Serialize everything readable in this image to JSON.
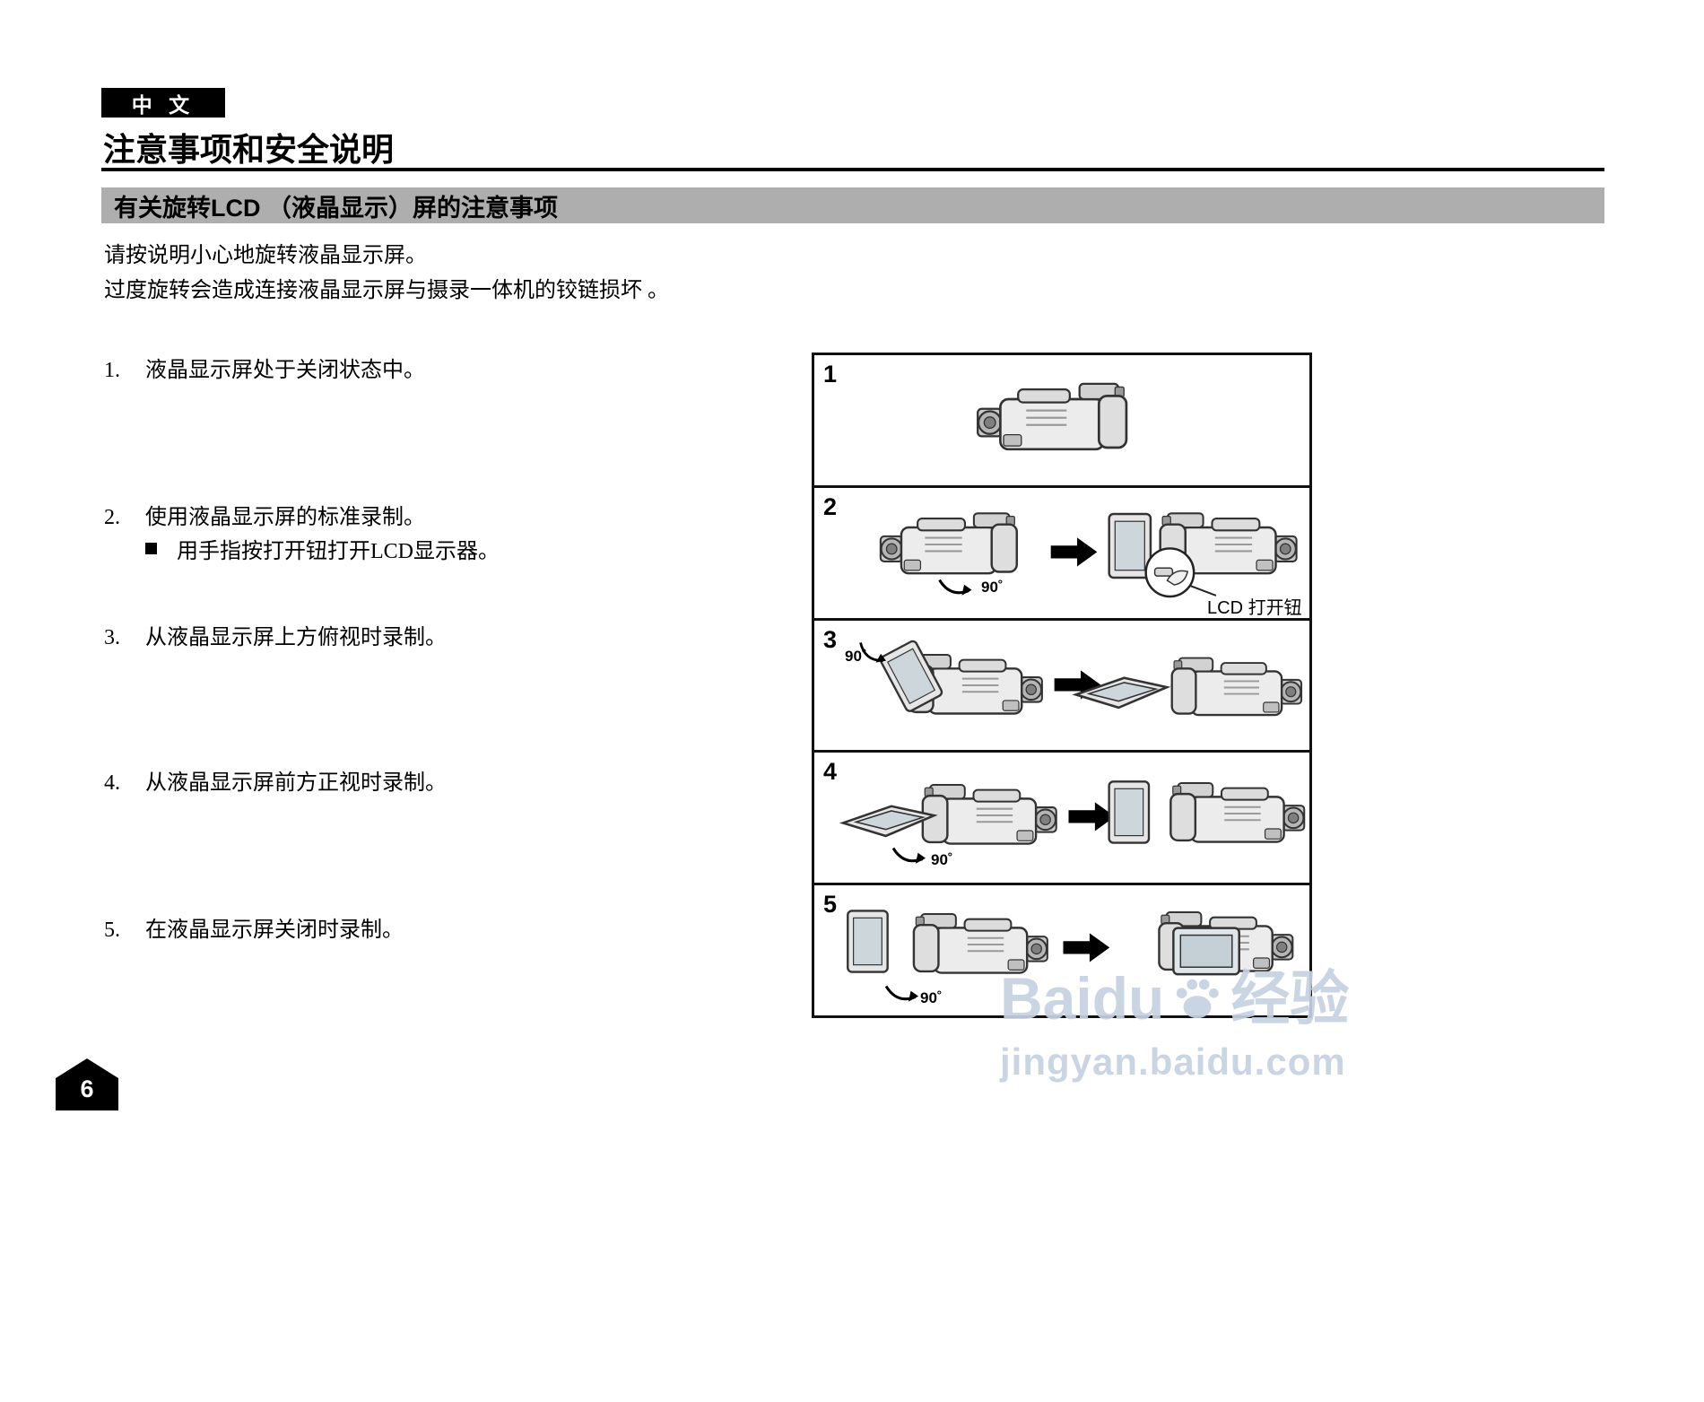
{
  "page": {
    "lang_badge": "中 文",
    "title": "注意事项和安全说明",
    "section_header": "有关旋转LCD （液晶显示）屏的注意事项",
    "intro_line1": "请按说明小心地旋转液晶显示屏。",
    "intro_line2": "过度旋转会造成连接液晶显示屏与摄录一体机的铰链损坏 。",
    "page_number": "6"
  },
  "steps": [
    {
      "num": "1.",
      "text": "液晶显示屏处于关闭状态中。"
    },
    {
      "num": "2.",
      "text": "使用液晶显示屏的标准录制。",
      "sub_bullet": "用手指按打开钮打开LCD显示器。"
    },
    {
      "num": "3.",
      "text": "从液晶显示屏上方俯视时录制。"
    },
    {
      "num": "4.",
      "text": "从液晶显示屏前方正视时录制。"
    },
    {
      "num": "5.",
      "text": "在液晶显示屏关闭时录制。"
    }
  ],
  "figure": {
    "panels": [
      {
        "num": "1"
      },
      {
        "num": "2",
        "angle": "90˚",
        "lcd_label": "LCD 打开钮"
      },
      {
        "num": "3",
        "angle": "90˚"
      },
      {
        "num": "4",
        "angle": "90˚"
      },
      {
        "num": "5",
        "angle": "90˚"
      }
    ]
  },
  "watermark": {
    "brand": "Baidu",
    "suffix": "经验",
    "url": "jingyan.baidu.com"
  },
  "colors": {
    "section_bar": "#aeaeae",
    "watermark": "#c6d1e2"
  }
}
